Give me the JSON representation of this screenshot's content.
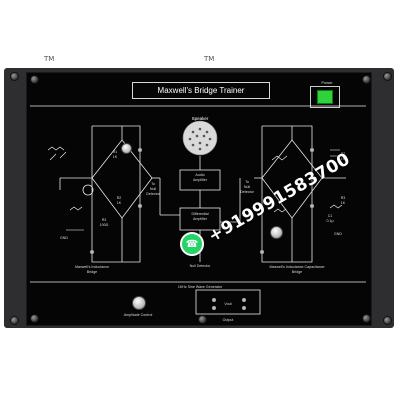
{
  "trademark": "TM",
  "panel": {
    "title": "Maxwell's Bridge Trainer",
    "power_label": "Power",
    "speaker_label": "Speaker",
    "audio_amp": "Audio\nAmplifier",
    "diff_amp": "Differential\nAmplifier",
    "null_detector_bottom": "Null Detector",
    "left_null": "To\nNull\nDetector",
    "right_null": "To\nNull\nDetector",
    "left_bridge": "Maxwell's Inductance\nBridge",
    "right_bridge": "Maxwell's Inductance Capacitance\nBridge",
    "sine_gen": "1KHz Sine Wave Generator",
    "amplitude": "Amplitude Control",
    "output": "Output",
    "vout": "Vout",
    "left_r1": "R1\n1K",
    "left_r2": "R2\n1K",
    "left_r3": "R3\n100Ω",
    "right_r2": "R2\n1K",
    "right_r3": "R3\n1K",
    "right_c1": "C1\n0.1µ",
    "gnd_left": "GND",
    "gnd_right": "GND"
  },
  "watermark": "+919991583700",
  "whatsapp_icon": "whatsapp-icon"
}
